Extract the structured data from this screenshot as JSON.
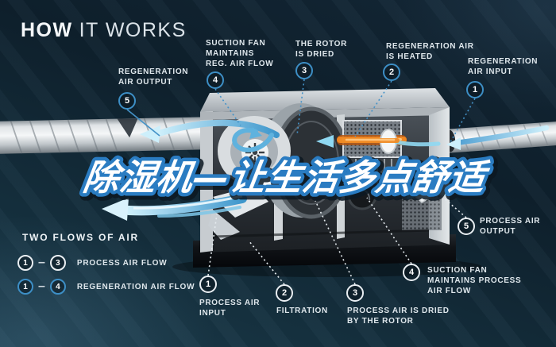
{
  "header": {
    "title_bold": "HOW",
    "title_rest": "IT WORKS"
  },
  "headline": {
    "text": "除湿机—让生活多点舒适"
  },
  "callouts": {
    "r5": {
      "num": "5",
      "lines": [
        "REGENERATION",
        "AIR OUTPUT"
      ]
    },
    "r4": {
      "num": "4",
      "lines": [
        "SUCTION FAN",
        "MAINTAINS",
        "REG. AIR FLOW"
      ]
    },
    "r3": {
      "num": "3",
      "lines": [
        "THE ROTOR",
        "IS DRIED"
      ]
    },
    "r2": {
      "num": "2",
      "lines": [
        "REGENERATION AIR",
        "IS HEATED"
      ]
    },
    "r1": {
      "num": "1",
      "lines": [
        "REGENERATION",
        "AIR INPUT"
      ]
    },
    "p1": {
      "num": "1",
      "lines": [
        "PROCESS AIR",
        "INPUT"
      ]
    },
    "p2": {
      "num": "2",
      "lines": [
        "FILTRATION"
      ]
    },
    "p3": {
      "num": "3",
      "lines": [
        "PROCESS AIR IS DRIED",
        "BY THE ROTOR"
      ]
    },
    "p4": {
      "num": "4",
      "lines": [
        "SUCTION FAN",
        "MAINTAINS PROCESS",
        "AIR FLOW"
      ]
    },
    "p5": {
      "num": "5",
      "lines": [
        "PROCESS AIR",
        "OUTPUT"
      ]
    }
  },
  "legend": {
    "title": "TWO FLOWS OF AIR",
    "rows": [
      {
        "from": "1",
        "to": "3",
        "label": "PROCESS AIR FLOW",
        "style": "white"
      },
      {
        "from": "1",
        "to": "4",
        "label": "REGENERATION AIR FLOW",
        "style": "blue"
      }
    ]
  },
  "colors": {
    "background_navy": "#0e1f2b",
    "accent_blue": "#3d8fc6",
    "flow_cyan": "#8fd8f2",
    "heater_orange": "#ee8622",
    "badge_white": "#e9eef2",
    "headline_stroke_blue": "#2a7cc2"
  }
}
